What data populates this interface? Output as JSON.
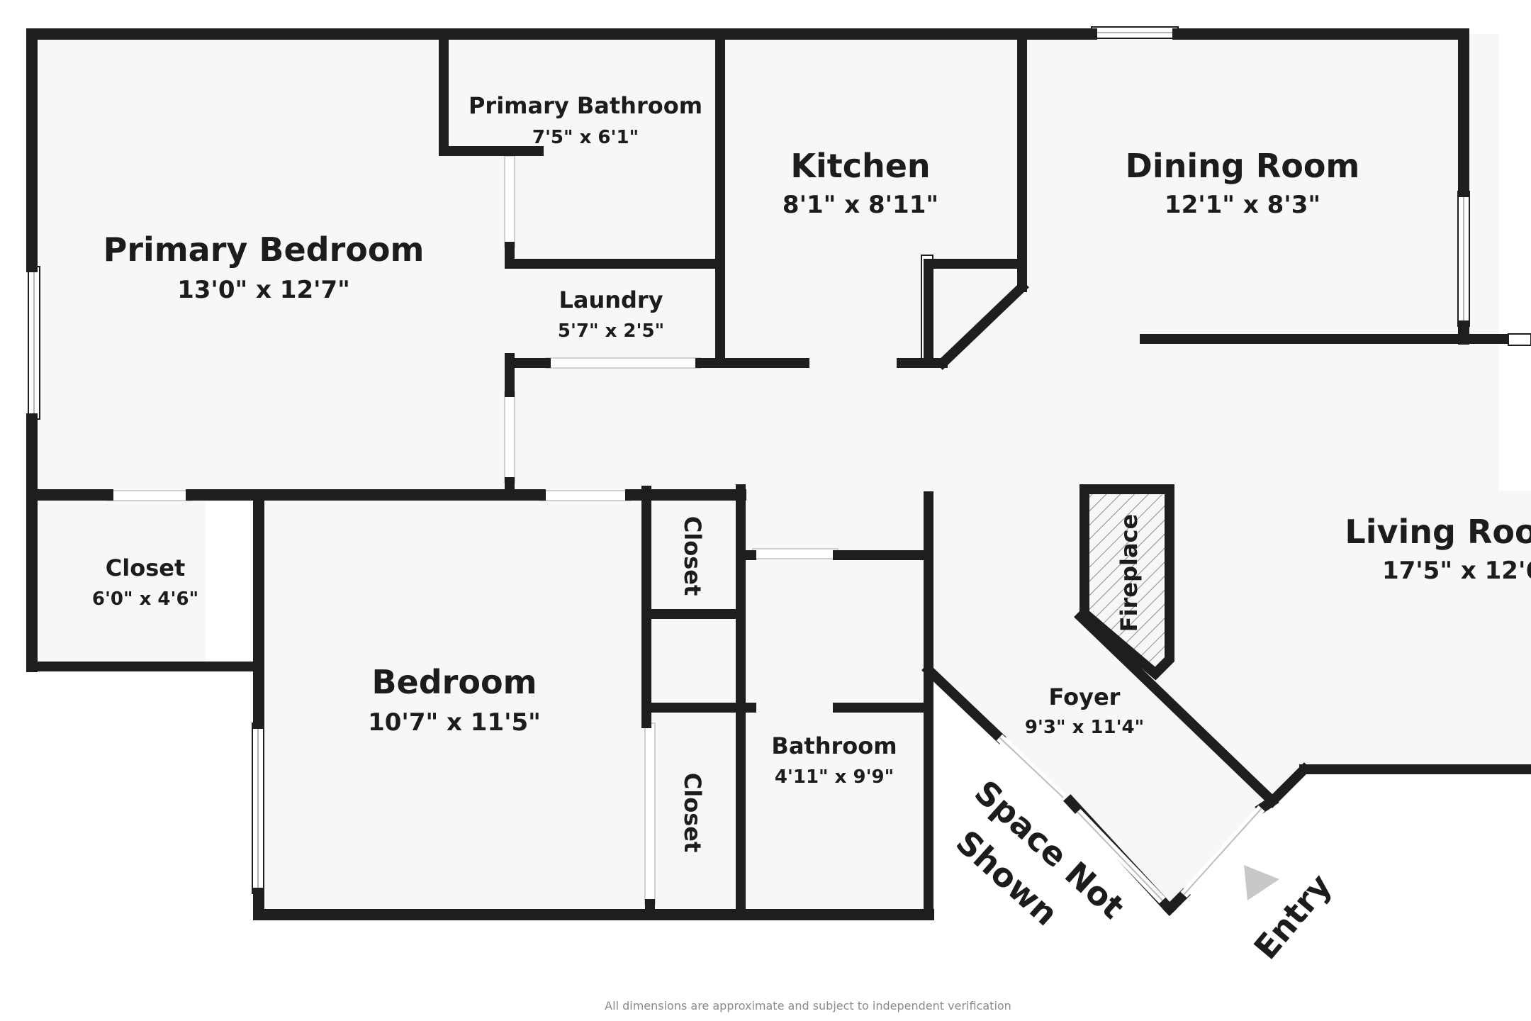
{
  "rooms": {
    "primary_bedroom": {
      "name": "Primary Bedroom",
      "dims": "13'0\" x 12'7\""
    },
    "primary_bathroom": {
      "name": "Primary Bathroom",
      "dims": "7'5\" x 6'1\""
    },
    "kitchen": {
      "name": "Kitchen",
      "dims": "8'1\" x 8'11\""
    },
    "dining_room": {
      "name": "Dining Room",
      "dims": "12'1\" x 8'3\""
    },
    "laundry": {
      "name": "Laundry",
      "dims": "5'7\" x 2'5\""
    },
    "closet_left": {
      "name": "Closet",
      "dims": "6'0\" x 4'6\""
    },
    "bedroom": {
      "name": "Bedroom",
      "dims": "10'7\" x 11'5\""
    },
    "closet_upper": {
      "name": "Closet"
    },
    "closet_lower": {
      "name": "Closet"
    },
    "bathroom": {
      "name": "Bathroom",
      "dims": "4'11\" x 9'9\""
    },
    "living_room": {
      "name": "Living Roo",
      "dims": "17'5\" x 12'6"
    },
    "foyer": {
      "name": "Foyer",
      "dims": "9'3\" x 11'4\""
    },
    "fireplace": {
      "name": "Fireplace"
    }
  },
  "labels": {
    "space_not_shown_1": "Space Not",
    "space_not_shown_2": "Shown",
    "entry": "Entry"
  },
  "footnote": "All dimensions are approximate and subject to independent verification",
  "colors": {
    "wall": "#1e1e1e",
    "background": "#ffffff",
    "floor": "#f7f7f7"
  }
}
